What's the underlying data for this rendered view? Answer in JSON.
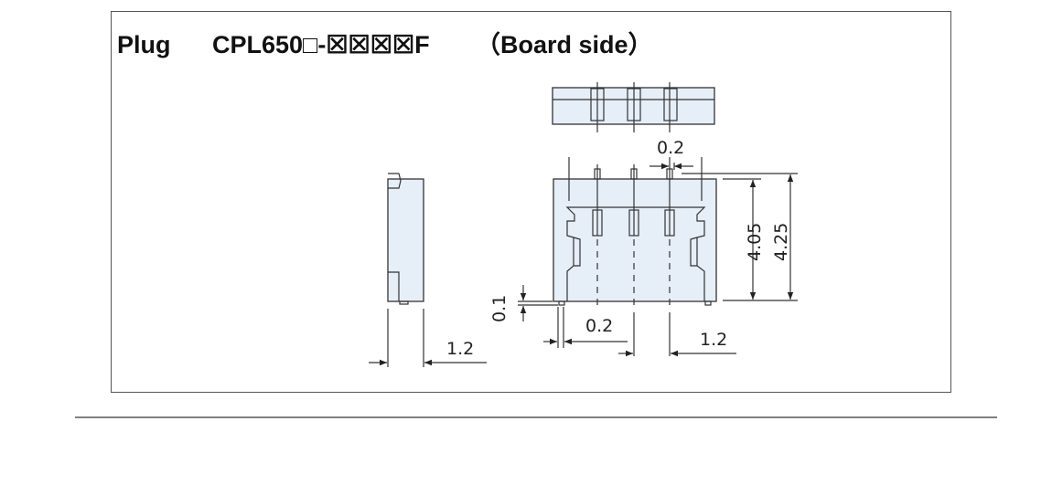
{
  "title": {
    "prefix": "Plug",
    "part_number": "CPL650□-☒☒☒☒F",
    "suffix": "（Board side）"
  },
  "dimensions": {
    "top_pin_width": "0.2",
    "height_body": "4.05",
    "height_total": "4.25",
    "standoff": "0.1",
    "pin_offset": "0.2",
    "pitch": "1.2",
    "side_width": "1.2"
  },
  "colors": {
    "body_fill": "#e6eef8",
    "line": "#333333"
  }
}
